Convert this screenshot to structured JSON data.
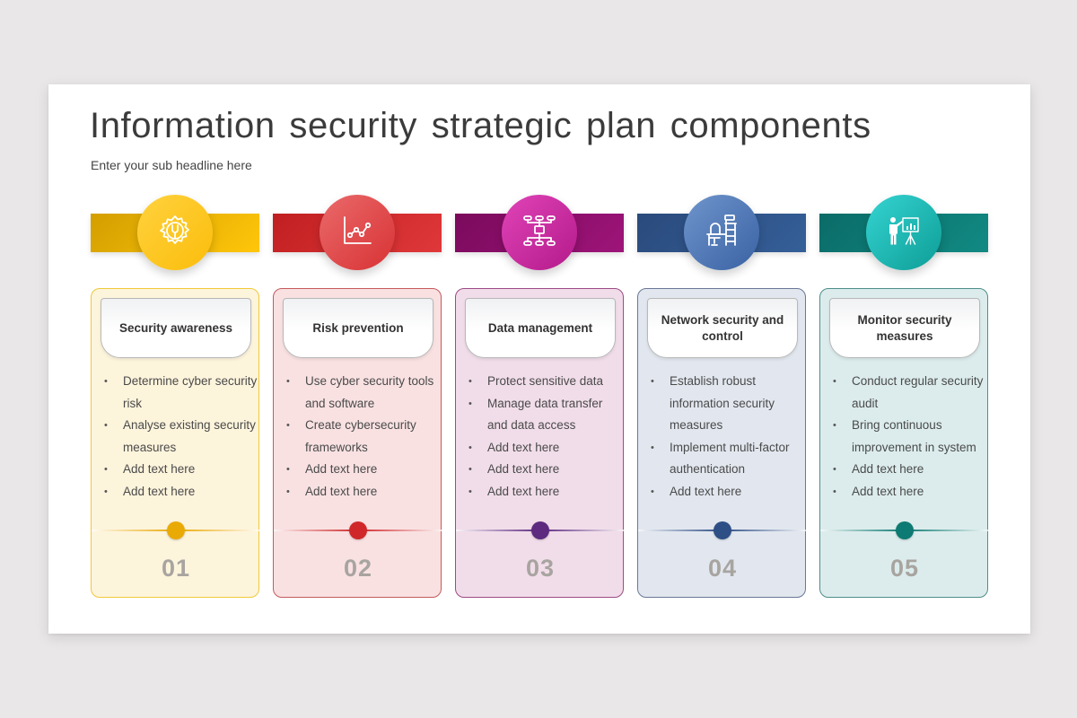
{
  "slide": {
    "title": "Information security strategic plan components",
    "subtitle": "Enter your sub headline here"
  },
  "columns": [
    {
      "number": "01",
      "heading": "Security awareness",
      "icon": "gear-wrench-icon",
      "colors": {
        "band_from": "#d39f00",
        "band_to": "#ffc60a",
        "circle_from": "#ffd23e",
        "circle_to": "#fbbd0b",
        "card_bg": "#fdf4dc",
        "card_border": "#f1c93a",
        "dot": "#eaaa06"
      },
      "bullets": [
        "Determine cyber security risk",
        "Analyse existing security measures",
        "Add text here",
        "Add text here"
      ]
    },
    {
      "number": "02",
      "heading": "Risk prevention",
      "icon": "line-chart-icon",
      "colors": {
        "band_from": "#c01f21",
        "band_to": "#e0383a",
        "circle_from": "#ea6a6b",
        "circle_to": "#d83234",
        "card_bg": "#f9e1e2",
        "card_border": "#c45a5c",
        "dot": "#d0282a"
      },
      "bullets": [
        "Use cyber security tools and software",
        "Create cybersecurity frameworks",
        "Add text here",
        "Add text here"
      ]
    },
    {
      "number": "03",
      "heading": "Data management",
      "icon": "hierarchy-icon",
      "colors": {
        "band_from": "#7a0a5c",
        "band_to": "#9e1479",
        "circle_from": "#e044b8",
        "circle_to": "#b41a8a",
        "card_bg": "#f1dde9",
        "card_border": "#9c4b85",
        "dot": "#5d2a80"
      },
      "bullets": [
        "Protect sensitive data",
        "Manage data transfer and data access",
        "Add text here",
        "Add text here",
        "Add text here"
      ]
    },
    {
      "number": "04",
      "heading": "Network security and control",
      "icon": "workstation-icon",
      "colors": {
        "band_from": "#2a4a7c",
        "band_to": "#355f98",
        "circle_from": "#6f95cc",
        "circle_to": "#3a62a3",
        "card_bg": "#e2e7ef",
        "card_border": "#6a7896",
        "dot": "#2e4e86"
      },
      "bullets": [
        "Establish robust information security measures",
        "Implement multi-factor authentication",
        "Add text here"
      ]
    },
    {
      "number": "05",
      "heading": "Monitor security measures",
      "icon": "presentation-icon",
      "colors": {
        "band_from": "#0b6b67",
        "band_to": "#118a83",
        "circle_from": "#35d4d2",
        "circle_to": "#0e9d96",
        "card_bg": "#dcecec",
        "card_border": "#4e8e89",
        "dot": "#0d7a73"
      },
      "bullets": [
        "Conduct regular security audit",
        "Bring continuous improvement in system",
        "Add text here",
        "Add text here"
      ]
    }
  ]
}
